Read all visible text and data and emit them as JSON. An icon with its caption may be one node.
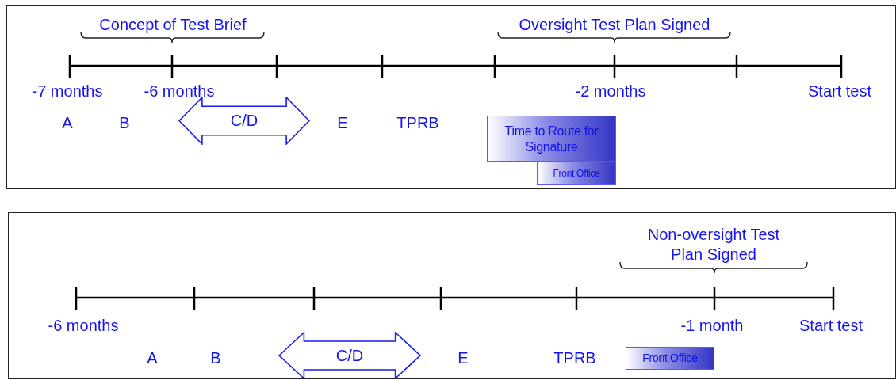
{
  "diagram": {
    "nodes": [
      {
        "text": [],
        "shape": "box"
      },
      {
        "text": [
          "C/D"
        ],
        "in": 0
      },
      {
        "text": [
          "Time to Route for Signature"
        ],
        "in": 0
      },
      {
        "text": [
          "Front Office"
        ],
        "in": 0
      },
      {
        "text": [],
        "shape": "box"
      },
      {
        "text": [
          "C/D"
        ],
        "in": 4
      },
      {
        "text": [
          "Front Office"
        ],
        "in": 4
      }
    ],
    "edges": [],
    "labels": [
      "Concept of Test Brief",
      "Oversight Test Plan Signed",
      "-7 months",
      "-6 months",
      "-2 months",
      "Start test",
      "A",
      "B",
      "E",
      "TPRB",
      "Non-oversight Test Plan Signed",
      "-6 months",
      "-1 month",
      "Start test",
      "A",
      "B",
      "E",
      "TPRB"
    ]
  }
}
